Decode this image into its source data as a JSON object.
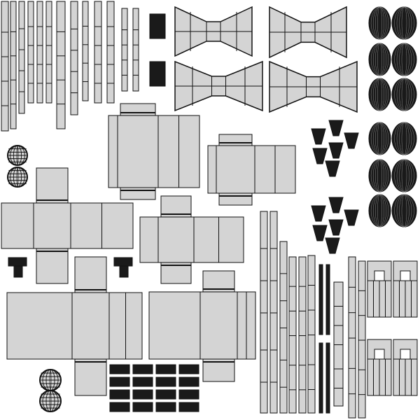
{
  "colors": {
    "background": "#ffffff",
    "island_fill": "#d4d4d4",
    "wire": "#111111",
    "dense_fill": "#1a1a1a"
  },
  "icons": [
    "uv-strip",
    "uv-box-unwrap",
    "uv-bowtie",
    "uv-sphere",
    "uv-dense-mesh"
  ]
}
